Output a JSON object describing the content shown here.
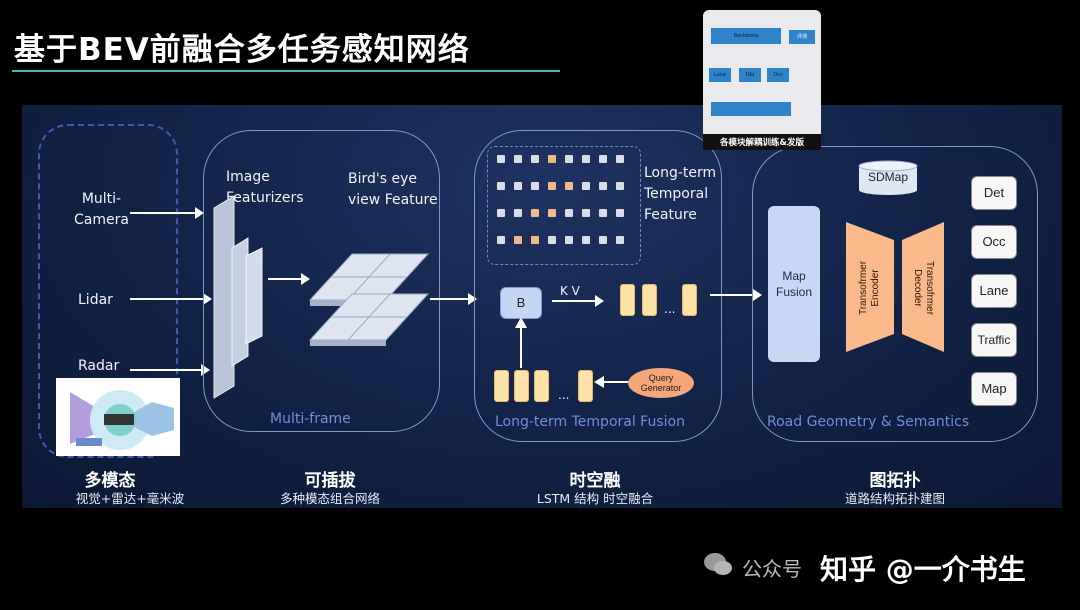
{
  "title": "基于BEV前融合多任务感知网络",
  "inset": {
    "caption": "各模块解耦训练&发版",
    "backbone": "Backbone",
    "eval": "评测",
    "head_lane": "Lane",
    "head_obj": "Obj",
    "head_occ": "Occ"
  },
  "sensors": {
    "camera": "Multi-\nCamera",
    "lidar": "Lidar",
    "radar": "Radar"
  },
  "modal": {
    "heading": "多模态",
    "sub": "视觉+雷达+毫米波"
  },
  "plug": {
    "featurizers": "Image\nFeaturizers",
    "bev": "Bird's eye\nview  Feature",
    "panel_label": "Multi-frame",
    "heading": "可插拔",
    "sub": "多种模态组合网络"
  },
  "temporal": {
    "feature": "Long-term\nTemporal\nFeature",
    "b_box": "B",
    "kv": "K V",
    "dots": "...",
    "query": "Query\nGenerator",
    "panel_label": "Long-term Temporal Fusion",
    "heading": "时空融",
    "sub": "LSTM 结构 时空融合"
  },
  "topo": {
    "sdmap": "SDMap",
    "map_fusion": "Map\nFusion",
    "encoder": "Transofrmer\nEncoder",
    "decoder": "Transofrmer\nDecoder",
    "heads": [
      "Det",
      "Occ",
      "Lane",
      "Traffic",
      "Map"
    ],
    "panel_label": "Road Geometry  & Semantics",
    "heading": "图拓扑",
    "sub": "道路结构拓扑建图"
  },
  "watermark": {
    "account": "公众号",
    "brand": "知乎 @一介书生"
  },
  "colors": {
    "accent_line": "#4fb3bf",
    "token_fill": "#fde3a7",
    "box_blue": "#c4d6f4",
    "panel_border": "#7f97c4",
    "label_blue": "#6f8fd8"
  }
}
